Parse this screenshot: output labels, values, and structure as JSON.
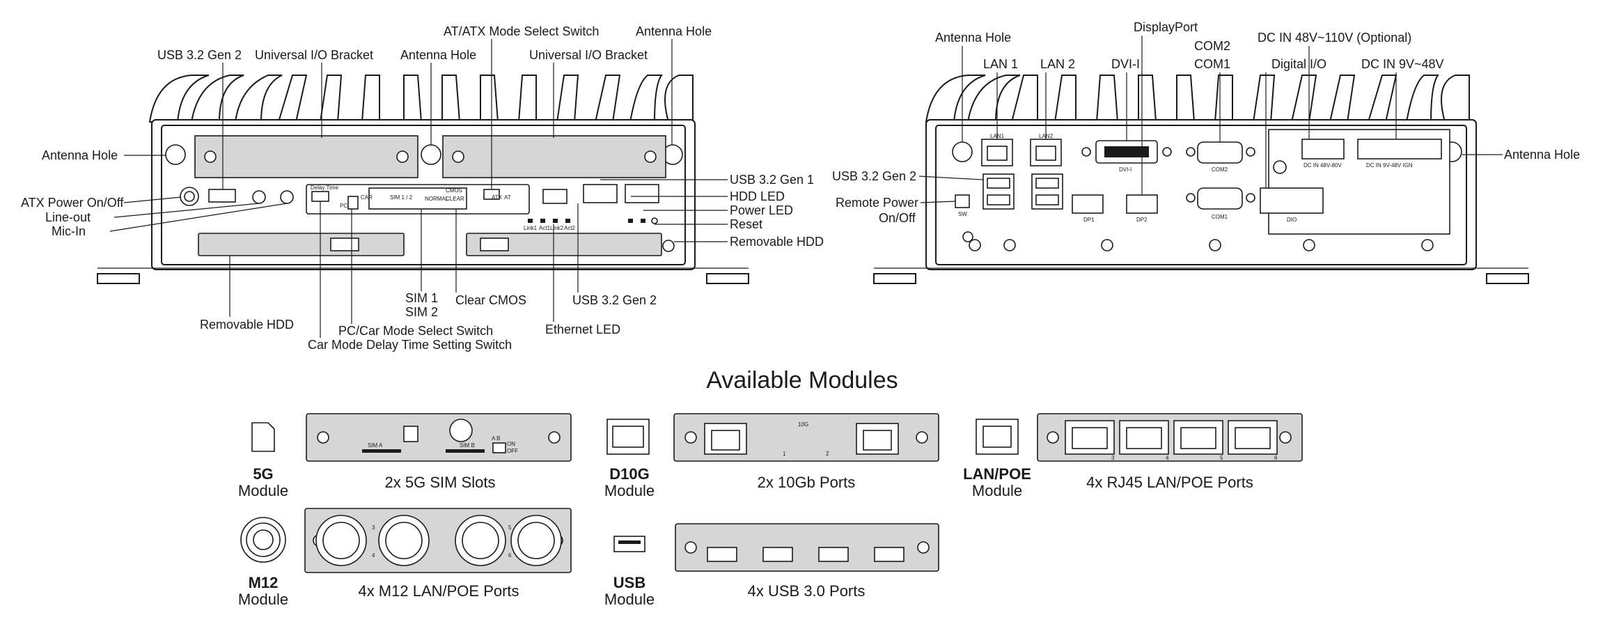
{
  "front_labels": {
    "usb32gen2_top": "USB 3.2 Gen 2",
    "universal_io_left": "Universal I/O Bracket",
    "antenna_hole_center": "Antenna Hole",
    "at_atx_switch": "AT/ATX Mode Select Switch",
    "universal_io_right": "Universal I/O Bracket",
    "antenna_hole_right": "Antenna Hole",
    "antenna_hole_left": "Antenna Hole",
    "atx_power": "ATX Power On/Off",
    "line_out": "Line-out",
    "mic_in": "Mic-In",
    "usb32gen1": "USB 3.2 Gen 1",
    "hdd_led": "HDD LED",
    "power_led": "Power LED",
    "reset": "Reset",
    "removable_hdd_right": "Removable HDD",
    "removable_hdd_left": "Removable HDD",
    "sim1": "SIM 1",
    "sim2": "SIM 2",
    "clear_cmos": "Clear CMOS",
    "usb32gen2_bottom": "USB 3.2 Gen 2",
    "pc_car_switch": "PC/Car Mode Select Switch",
    "car_delay_switch": "Car Mode Delay Time Setting Switch",
    "ethernet_led": "Ethernet LED"
  },
  "rear_labels": {
    "antenna_hole_left": "Antenna Hole",
    "lan1": "LAN 1",
    "lan2": "LAN 2",
    "dvi": "DVI-I",
    "displayport": "DisplayPort",
    "com2": "COM2",
    "com1": "COM1",
    "digital_io": "Digital I/O",
    "dc_in_48_110": "DC IN 48V~110V (Optional)",
    "dc_in_9_48": "DC IN 9V~48V",
    "antenna_hole_right": "Antenna Hole",
    "usb32gen2": "USB 3.2 Gen 2",
    "remote_power_1": "Remote Power",
    "remote_power_2": "On/Off"
  },
  "panel_silk": {
    "lan1": "LAN1",
    "lan2": "LAN2",
    "dvi": "DVI-I",
    "com2": "COM2",
    "com1": "COM1",
    "dp1": "DP1",
    "dp2": "DP2",
    "dio": "DIO",
    "sw": "SW",
    "dc_high": "DC IN 48V-80V",
    "dc_low": "DC IN 9V-48V   IGN",
    "link1": "Link1",
    "act1": "Act1",
    "link2": "Link2",
    "act2": "Act2",
    "delay": "Delay Time",
    "pc": "PC",
    "car": "CAR",
    "atx": "ATX",
    "at": "AT",
    "sim": "SIM 1 / 2",
    "cmos": "CMOS",
    "normal": "NORMAL",
    "clear": "CLEAR"
  },
  "modules_title": "Available Modules",
  "modules": [
    {
      "name": "5G",
      "suffix": "Module",
      "caption": "2x 5G SIM Slots",
      "silk": [
        "SIM A",
        "SIM B",
        "A B",
        "ON",
        "OFF"
      ]
    },
    {
      "name": "D10G",
      "suffix": "Module",
      "caption": "2x 10Gb Ports",
      "silk": [
        "10G",
        "1",
        "2"
      ]
    },
    {
      "name": "LAN/POE",
      "suffix": "Module",
      "caption": "4x RJ45 LAN/POE Ports",
      "silk": [
        "3",
        "4",
        "5",
        "6"
      ]
    },
    {
      "name": "M12",
      "suffix": "Module",
      "caption": "4x M12 LAN/POE Ports",
      "silk": [
        "3",
        "4",
        "5",
        "6"
      ]
    },
    {
      "name": "USB",
      "suffix": "Module",
      "caption": "4x USB 3.0 Ports",
      "silk": []
    }
  ]
}
